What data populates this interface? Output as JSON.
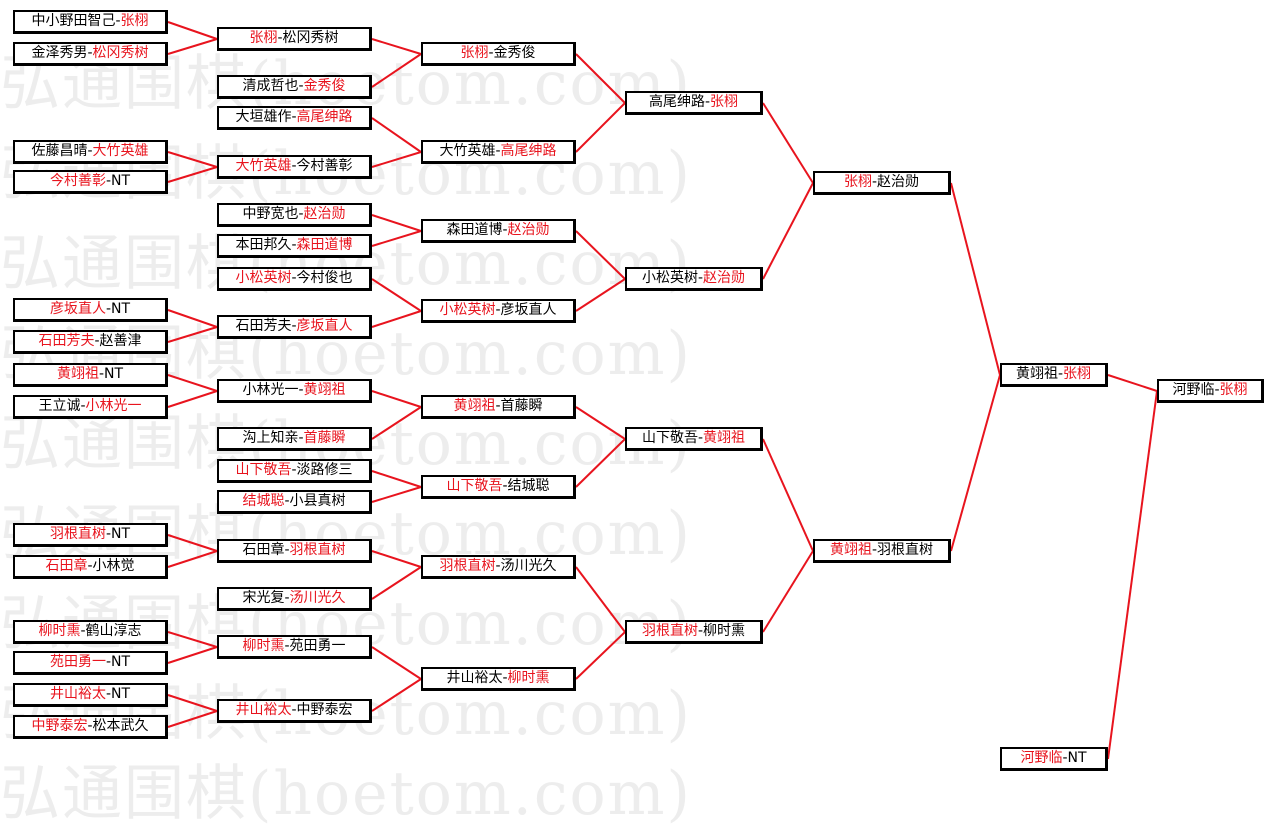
{
  "watermark": "弘通围棋(hoetom.com)",
  "colors": {
    "winner": "#e8141e",
    "text": "#000000",
    "line": "#e8141e",
    "border": "#000000",
    "watermark": "#ededed"
  },
  "separator": "-",
  "matches": [
    {
      "id": "r1-1",
      "p1": "中小野田智己",
      "p2": "张栩",
      "winner": 2
    },
    {
      "id": "r1-2",
      "p1": "金泽秀男",
      "p2": "松冈秀树",
      "winner": 2
    },
    {
      "id": "r1-3",
      "p1": "佐藤昌晴",
      "p2": "大竹英雄",
      "winner": 2
    },
    {
      "id": "r1-4",
      "p1": "今村善彰",
      "p2": "NT",
      "winner": 1
    },
    {
      "id": "r1-5",
      "p1": "彦坂直人",
      "p2": "NT",
      "winner": 1
    },
    {
      "id": "r1-6",
      "p1": "石田芳夫",
      "p2": "赵善津",
      "winner": 1
    },
    {
      "id": "r1-7",
      "p1": "黄翊祖",
      "p2": "NT",
      "winner": 1
    },
    {
      "id": "r1-8",
      "p1": "王立诚",
      "p2": "小林光一",
      "winner": 2
    },
    {
      "id": "r1-9",
      "p1": "羽根直树",
      "p2": "NT",
      "winner": 1
    },
    {
      "id": "r1-10",
      "p1": "石田章",
      "p2": "小林觉",
      "winner": 1
    },
    {
      "id": "r1-11",
      "p1": "柳时熏",
      "p2": "鹤山淳志",
      "winner": 1
    },
    {
      "id": "r1-12",
      "p1": "苑田勇一",
      "p2": "NT",
      "winner": 1
    },
    {
      "id": "r1-13",
      "p1": "井山裕太",
      "p2": "NT",
      "winner": 1
    },
    {
      "id": "r1-14",
      "p1": "中野泰宏",
      "p2": "松本武久",
      "winner": 1
    },
    {
      "id": "r2-1",
      "p1": "张栩",
      "p2": "松冈秀树",
      "winner": 1
    },
    {
      "id": "r2-2",
      "p1": "清成哲也",
      "p2": "金秀俊",
      "winner": 2
    },
    {
      "id": "r2-3",
      "p1": "大垣雄作",
      "p2": "高尾绅路",
      "winner": 2
    },
    {
      "id": "r2-4",
      "p1": "大竹英雄",
      "p2": "今村善彰",
      "winner": 1
    },
    {
      "id": "r2-5",
      "p1": "中野宽也",
      "p2": "赵治勋",
      "winner": 2
    },
    {
      "id": "r2-6",
      "p1": "本田邦久",
      "p2": "森田道博",
      "winner": 2
    },
    {
      "id": "r2-7",
      "p1": "小松英树",
      "p2": "今村俊也",
      "winner": 1
    },
    {
      "id": "r2-8",
      "p1": "石田芳夫",
      "p2": "彦坂直人",
      "winner": 2
    },
    {
      "id": "r2-9",
      "p1": "小林光一",
      "p2": "黄翊祖",
      "winner": 2
    },
    {
      "id": "r2-10",
      "p1": "沟上知亲",
      "p2": "首藤瞬",
      "winner": 2
    },
    {
      "id": "r2-11",
      "p1": "山下敬吾",
      "p2": "淡路修三",
      "winner": 1
    },
    {
      "id": "r2-12",
      "p1": "结城聪",
      "p2": "小县真树",
      "winner": 1
    },
    {
      "id": "r2-13",
      "p1": "石田章",
      "p2": "羽根直树",
      "winner": 2
    },
    {
      "id": "r2-14",
      "p1": "宋光复",
      "p2": "汤川光久",
      "winner": 2
    },
    {
      "id": "r2-15",
      "p1": "柳时熏",
      "p2": "苑田勇一",
      "winner": 1
    },
    {
      "id": "r2-16",
      "p1": "井山裕太",
      "p2": "中野泰宏",
      "winner": 1
    },
    {
      "id": "r3-1",
      "p1": "张栩",
      "p2": "金秀俊",
      "winner": 1
    },
    {
      "id": "r3-2",
      "p1": "大竹英雄",
      "p2": "高尾绅路",
      "winner": 2
    },
    {
      "id": "r3-3",
      "p1": "森田道博",
      "p2": "赵治勋",
      "winner": 2
    },
    {
      "id": "r3-4",
      "p1": "小松英树",
      "p2": "彦坂直人",
      "winner": 1
    },
    {
      "id": "r3-5",
      "p1": "黄翊祖",
      "p2": "首藤瞬",
      "winner": 1
    },
    {
      "id": "r3-6",
      "p1": "山下敬吾",
      "p2": "结城聪",
      "winner": 1
    },
    {
      "id": "r3-7",
      "p1": "羽根直树",
      "p2": "汤川光久",
      "winner": 1
    },
    {
      "id": "r3-8",
      "p1": "井山裕太",
      "p2": "柳时熏",
      "winner": 2
    },
    {
      "id": "r4-1",
      "p1": "高尾绅路",
      "p2": "张栩",
      "winner": 2
    },
    {
      "id": "r4-2",
      "p1": "小松英树",
      "p2": "赵治勋",
      "winner": 2
    },
    {
      "id": "r4-3",
      "p1": "山下敬吾",
      "p2": "黄翊祖",
      "winner": 2
    },
    {
      "id": "r4-4",
      "p1": "羽根直树",
      "p2": "柳时熏",
      "winner": 1
    },
    {
      "id": "r5-1",
      "p1": "张栩",
      "p2": "赵治勋",
      "winner": 1
    },
    {
      "id": "r5-2",
      "p1": "黄翊祖",
      "p2": "羽根直树",
      "winner": 1
    },
    {
      "id": "r6-1",
      "p1": "黄翊祖",
      "p2": "张栩",
      "winner": 2
    },
    {
      "id": "r6-2",
      "p1": "河野临",
      "p2": "NT",
      "winner": 1
    },
    {
      "id": "final",
      "p1": "河野临",
      "p2": "张栩",
      "winner": 2
    }
  ]
}
